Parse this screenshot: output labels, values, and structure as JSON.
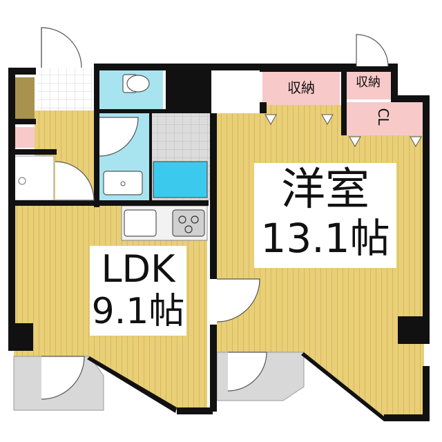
{
  "rooms": {
    "western": {
      "name": "洋室",
      "size": "13.1帖"
    },
    "ldk": {
      "name": "LDK",
      "size": "9.1帖"
    },
    "storage_1": {
      "label": "収納"
    },
    "storage_2": {
      "label": "収納"
    },
    "closet": {
      "label": "CL"
    }
  },
  "colors": {
    "wall": "#111111",
    "floor_wood": "#e8cf78",
    "floor_stripe": "#d9b95a",
    "storage": "#f7c9c9",
    "bath": "#a8e4f0",
    "tub": "#3cc9ee",
    "tile": "#dcdcdc",
    "entrance_shoe": "#a8924e",
    "balcony": "#d8d8d8"
  }
}
